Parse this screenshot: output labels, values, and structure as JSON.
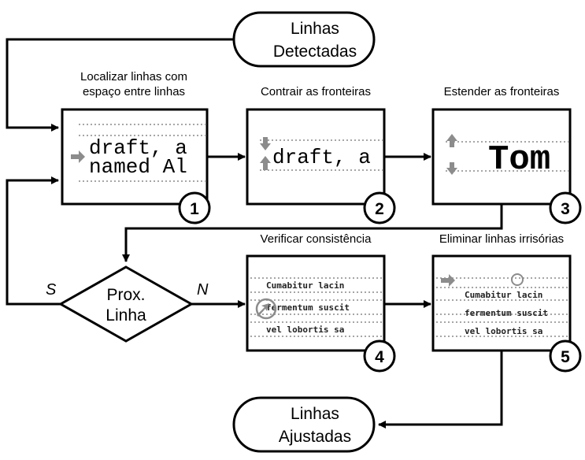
{
  "terminals": {
    "top": [
      "Linhas",
      "Detectadas"
    ],
    "bottom": [
      "Linhas",
      "Ajustadas"
    ]
  },
  "steps": [
    {
      "number": "1",
      "caption": [
        "Localizar linhas com",
        "espaço entre linhas"
      ],
      "sample": [
        "draft, a",
        "named Al"
      ]
    },
    {
      "number": "2",
      "caption": [
        "Contrair as fronteiras"
      ],
      "sample": [
        "draft, a"
      ]
    },
    {
      "number": "3",
      "caption": [
        "Estender as fronteiras"
      ],
      "sample": [
        "Tom"
      ]
    },
    {
      "number": "4",
      "caption": [
        "Verificar consistência"
      ],
      "sample": [
        "Cumabitur lacin",
        "fermentum suscit",
        "vel lobortis sa"
      ]
    },
    {
      "number": "5",
      "caption": [
        "Eliminar linhas irrisórias"
      ],
      "sample": [
        "Cumabitur lacin",
        "fermentum suscit",
        "vel lobortis sa"
      ]
    }
  ],
  "decision": {
    "label": [
      "Prox.",
      "Linha"
    ],
    "yes": "S",
    "no": "N"
  },
  "colors": {
    "line": "#000000",
    "guide": "#9a9a9a",
    "marker": "#8c8c8c"
  }
}
